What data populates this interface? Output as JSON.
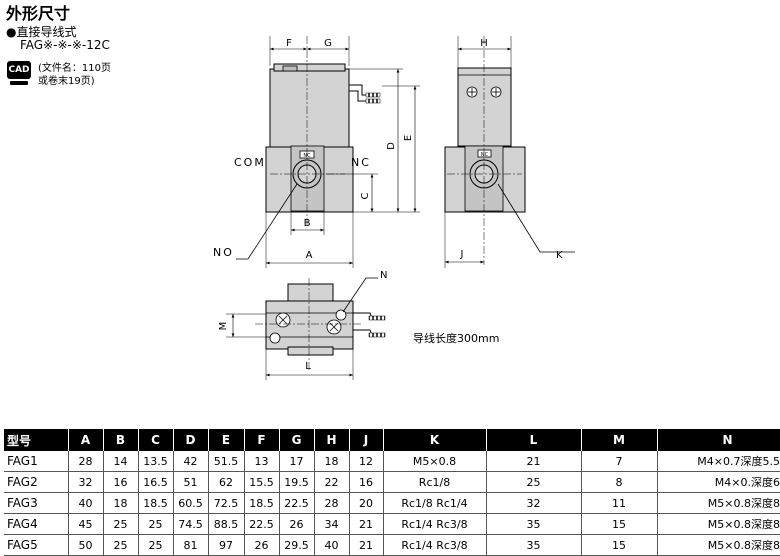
{
  "header": {
    "title": "外形尺寸",
    "bullet": "●直接导线式",
    "model": "FAG※-※-※-12C"
  },
  "cad": {
    "icon_label": "CAD",
    "ref_line1": "(文件名：110页",
    "ref_line2": "或卷末19页)"
  },
  "drawing": {
    "front_labels": {
      "com": "COM",
      "nc": "NC",
      "no": "NO",
      "nameplate": "NC"
    },
    "side_nameplate": "NC",
    "dimensions": {
      "A": "A",
      "B": "B",
      "C": "C",
      "D": "D",
      "E": "E",
      "F": "F",
      "G": "G",
      "H": "H",
      "J": "J",
      "K": "K",
      "L": "L",
      "M": "M",
      "N": "N"
    },
    "wire_note": "导线长度300mm"
  },
  "table": {
    "headers": [
      "型号",
      "A",
      "B",
      "C",
      "D",
      "E",
      "F",
      "G",
      "H",
      "J",
      "K",
      "L",
      "M",
      "N"
    ],
    "rows": [
      [
        "FAG1",
        "28",
        "14",
        "13.5",
        "42",
        "51.5",
        "13",
        "17",
        "18",
        "12",
        "M5×0.8",
        "21",
        "7",
        "M4×0.7深度5.5"
      ],
      [
        "FAG2",
        "32",
        "16",
        "16.5",
        "51",
        "62",
        "15.5",
        "19.5",
        "22",
        "16",
        "Rc1/8",
        "25",
        "8",
        "M4×0.深度6"
      ],
      [
        "FAG3",
        "40",
        "18",
        "18.5",
        "60.5",
        "72.5",
        "18.5",
        "22.5",
        "28",
        "20",
        "Rc1/8  Rc1/4",
        "32",
        "11",
        "M5×0.8深度8"
      ],
      [
        "FAG4",
        "45",
        "25",
        "25",
        "74.5",
        "88.5",
        "22.5",
        "26",
        "34",
        "21",
        "Rc1/4  Rc3/8",
        "35",
        "15",
        "M5×0.8深度8"
      ],
      [
        "FAG5",
        "50",
        "25",
        "25",
        "81",
        "97",
        "26",
        "29.5",
        "40",
        "21",
        "Rc1/4  Rc3/8",
        "35",
        "15",
        "M5×0.8深度8"
      ]
    ]
  }
}
